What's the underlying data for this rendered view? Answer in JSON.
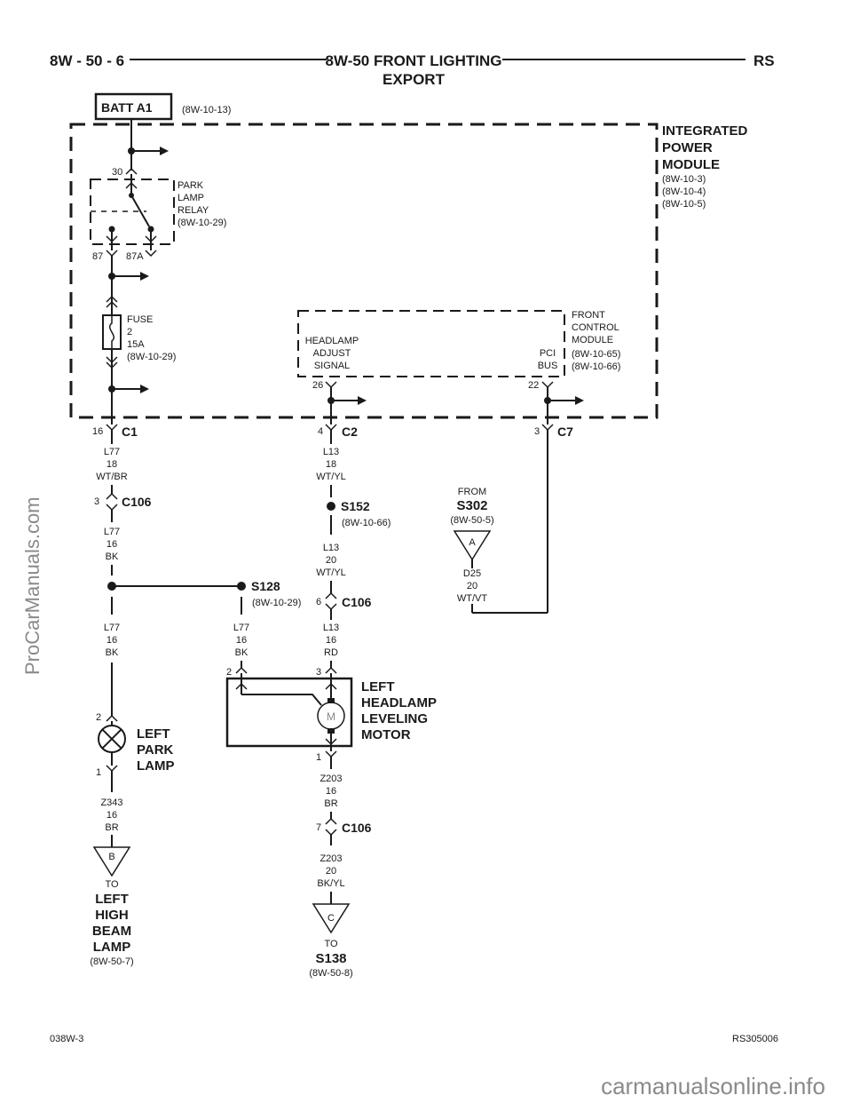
{
  "header": {
    "left": "8W - 50 - 6",
    "title_line1": "8W-50 FRONT LIGHTING",
    "title_line2": "EXPORT",
    "right": "RS"
  },
  "batt": {
    "label": "BATT A1",
    "ref": "(8W-10-13)"
  },
  "ipm": {
    "title": [
      "INTEGRATED",
      "POWER",
      "MODULE"
    ],
    "refs": [
      "(8W-10-3)",
      "(8W-10-4)",
      "(8W-10-5)"
    ]
  },
  "relay": {
    "pin_in": "30",
    "lines": [
      "PARK",
      "LAMP",
      "RELAY",
      "(8W-10-29)"
    ],
    "pin_87": "87",
    "pin_87a": "87A"
  },
  "fuse": {
    "lines": [
      "FUSE",
      "2",
      "15A",
      "(8W-10-29)"
    ]
  },
  "fcm": {
    "lines": [
      "FRONT",
      "CONTROL",
      "MODULE",
      "(8W-10-65)",
      "(8W-10-66)"
    ],
    "headlamp": [
      "HEADLAMP",
      "ADJUST",
      "SIGNAL"
    ],
    "pci": [
      "PCI",
      "BUS"
    ],
    "pin_26": "26",
    "pin_22": "22"
  },
  "c1": {
    "pin": "16",
    "name": "C1"
  },
  "c2": {
    "pin": "4",
    "name": "C2"
  },
  "c7": {
    "pin": "3",
    "name": "C7"
  },
  "w_l77_a": [
    "L77",
    "18",
    "WT/BR"
  ],
  "c106_a": {
    "pin": "3",
    "name": "C106"
  },
  "w_l77_b": [
    "L77",
    "16",
    "BK"
  ],
  "s128": {
    "name": "S128",
    "ref": "(8W-10-29)"
  },
  "w_l77_c": [
    "L77",
    "16",
    "BK"
  ],
  "w_l77_d": [
    "L77",
    "16",
    "BK"
  ],
  "w_l13_a": [
    "L13",
    "18",
    "WT/YL"
  ],
  "s152": {
    "name": "S152",
    "ref": "(8W-10-66)"
  },
  "w_l13_b": [
    "L13",
    "20",
    "WT/YL"
  ],
  "c106_b": {
    "pin": "6",
    "name": "C106"
  },
  "w_l13_c": [
    "L13",
    "16",
    "RD"
  ],
  "from_s302": {
    "from": "FROM",
    "name": "S302",
    "ref": "(8W-50-5)",
    "tri": "A"
  },
  "w_d25": [
    "D25",
    "20",
    "WT/VT"
  ],
  "park_lamp": {
    "pin_top": "2",
    "pin_bot": "1",
    "label": [
      "LEFT",
      "PARK",
      "LAMP"
    ]
  },
  "w_z343": [
    "Z343",
    "16",
    "BR"
  ],
  "to_hb": {
    "tri": "B",
    "to": "TO",
    "lines": [
      "LEFT",
      "HIGH",
      "BEAM",
      "LAMP"
    ],
    "ref": "(8W-50-7)"
  },
  "motor": {
    "pin_2": "2",
    "pin_3": "3",
    "pin_1": "1",
    "label": [
      "LEFT",
      "HEADLAMP",
      "LEVELING",
      "MOTOR"
    ],
    "m": "M"
  },
  "w_z203_a": [
    "Z203",
    "16",
    "BR"
  ],
  "c106_c": {
    "pin": "7",
    "name": "C106"
  },
  "w_z203_b": [
    "Z203",
    "20",
    "BK/YL"
  ],
  "to_s138": {
    "tri": "C",
    "to": "TO",
    "name": "S138",
    "ref": "(8W-50-8)"
  },
  "footer": {
    "left": "038W-3",
    "right": "RS305006"
  },
  "watermarks": {
    "side": "ProCarManuals.com",
    "bottom": "carmanualsonline.info"
  }
}
